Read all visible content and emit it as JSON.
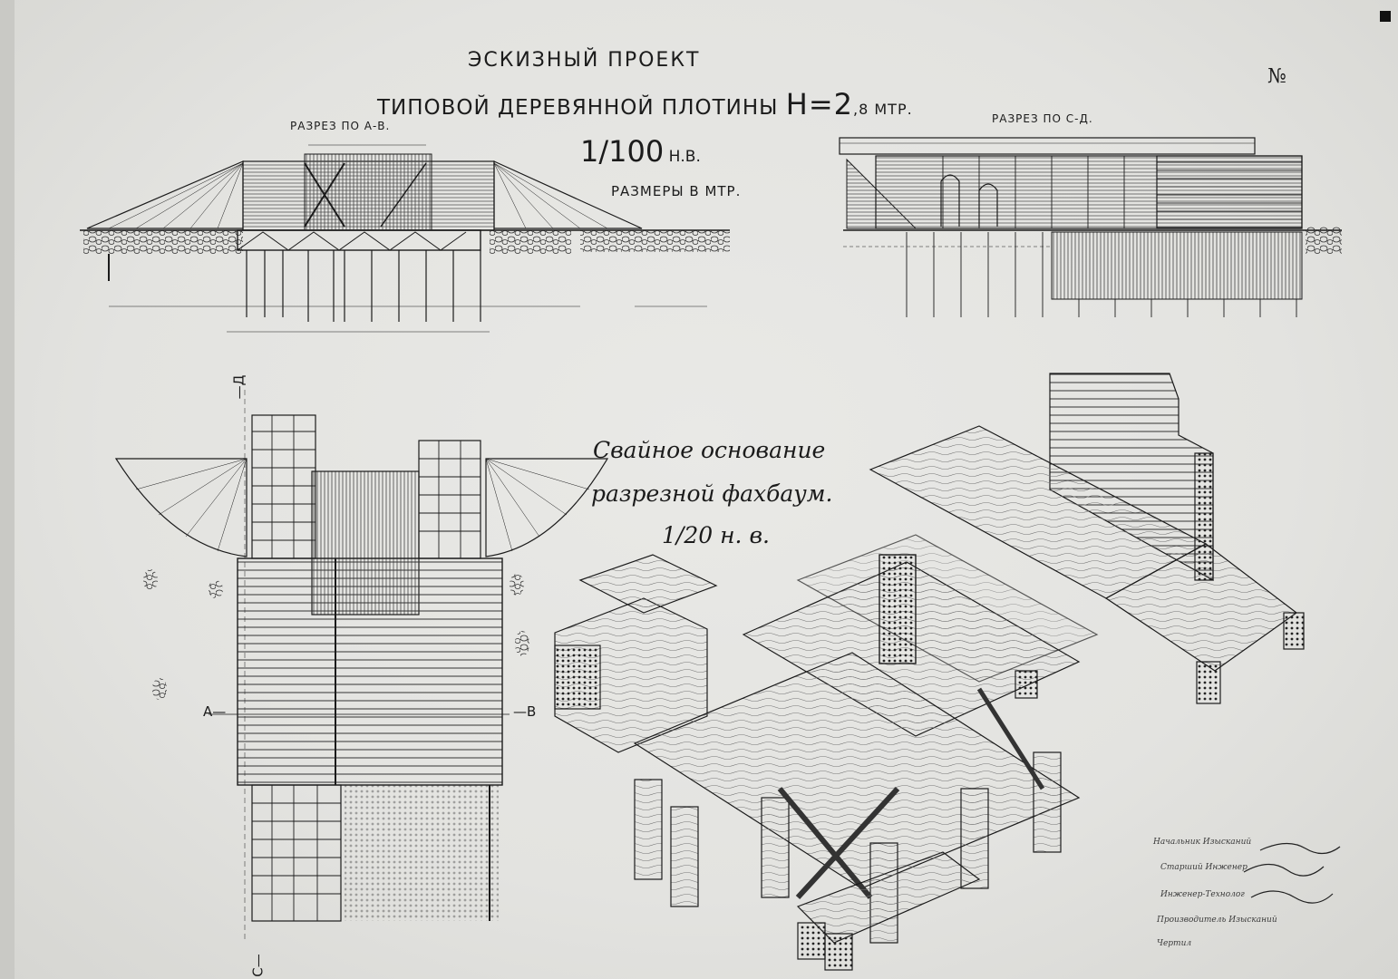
{
  "title": {
    "line1": "ЭСКИЗНЫЙ  ПРОЕКТ",
    "line2_prefix": "ТИПОВОЙ  ДЕРЕВЯННОЙ  ПЛОТИНЫ ",
    "line2_height": "Н=2",
    "line2_suffix": ",8 МТР."
  },
  "scale_main": {
    "value": "1/100",
    "unit": " Н.В."
  },
  "dimensions_note": "РАЗМЕРЫ  В МТР.",
  "number_mark": "№",
  "sections": {
    "ab_label": "РАЗРЕЗ  ПО  А-В.",
    "cd_label": "РАЗРЕЗ  ПО  С-Д."
  },
  "plan_markers": {
    "a": "А—",
    "b": "—В",
    "d": "—Д",
    "c": "С—"
  },
  "detail_caption": {
    "line1": "Свайное основание",
    "line2": "разрезной фахбаум.",
    "line3": "1/20  н. в."
  },
  "signatures": [
    {
      "role": "Начальник Изысканий",
      "name": ""
    },
    {
      "role": "Старший Инженер",
      "name": ""
    },
    {
      "role": "Инженер-Технолог",
      "name": ""
    },
    {
      "role": "Производитель Изысканий",
      "name": ""
    },
    {
      "role": "Чертил",
      "name": ""
    }
  ],
  "colors": {
    "paper": "#e3e3e0",
    "ink": "#1b1b1b"
  }
}
